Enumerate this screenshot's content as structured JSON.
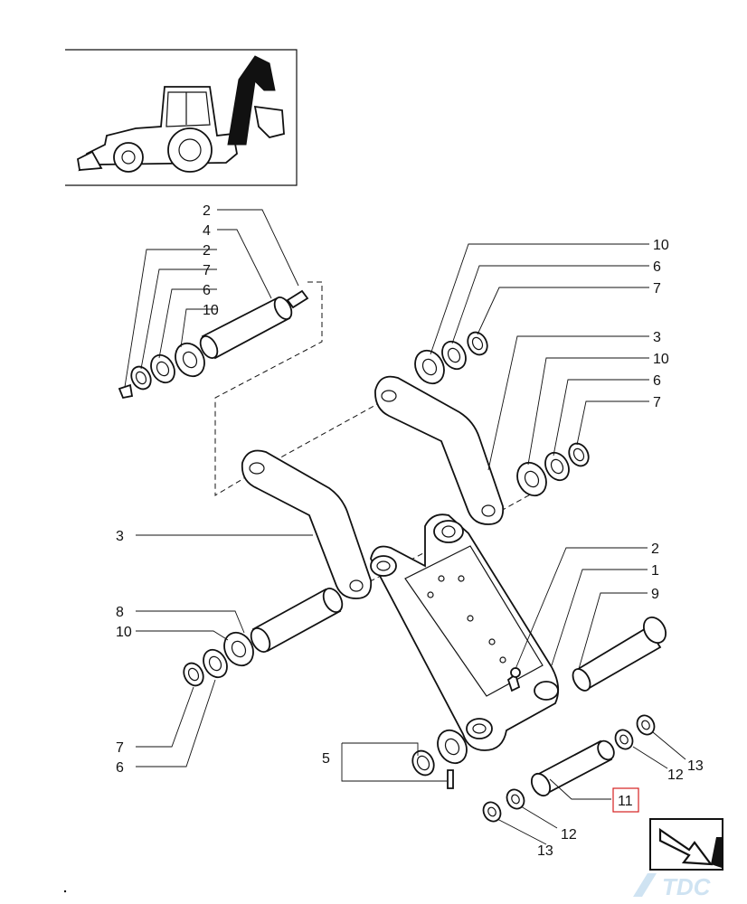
{
  "labels": {
    "top_left": [
      "2",
      "4",
      "2",
      "7",
      "6",
      "10"
    ],
    "top_right": [
      "10",
      "6",
      "7",
      "3",
      "10",
      "6",
      "7"
    ],
    "left_mid": [
      "3",
      "8",
      "10",
      "7",
      "6"
    ],
    "right_mid": [
      "2",
      "1",
      "9"
    ],
    "bottom": [
      "5",
      "11",
      "12",
      "13",
      "12",
      "13"
    ]
  },
  "highlight_color": "#d62020",
  "logo": {
    "text": "TDC",
    "icon": "arrow-navigation-icon"
  }
}
